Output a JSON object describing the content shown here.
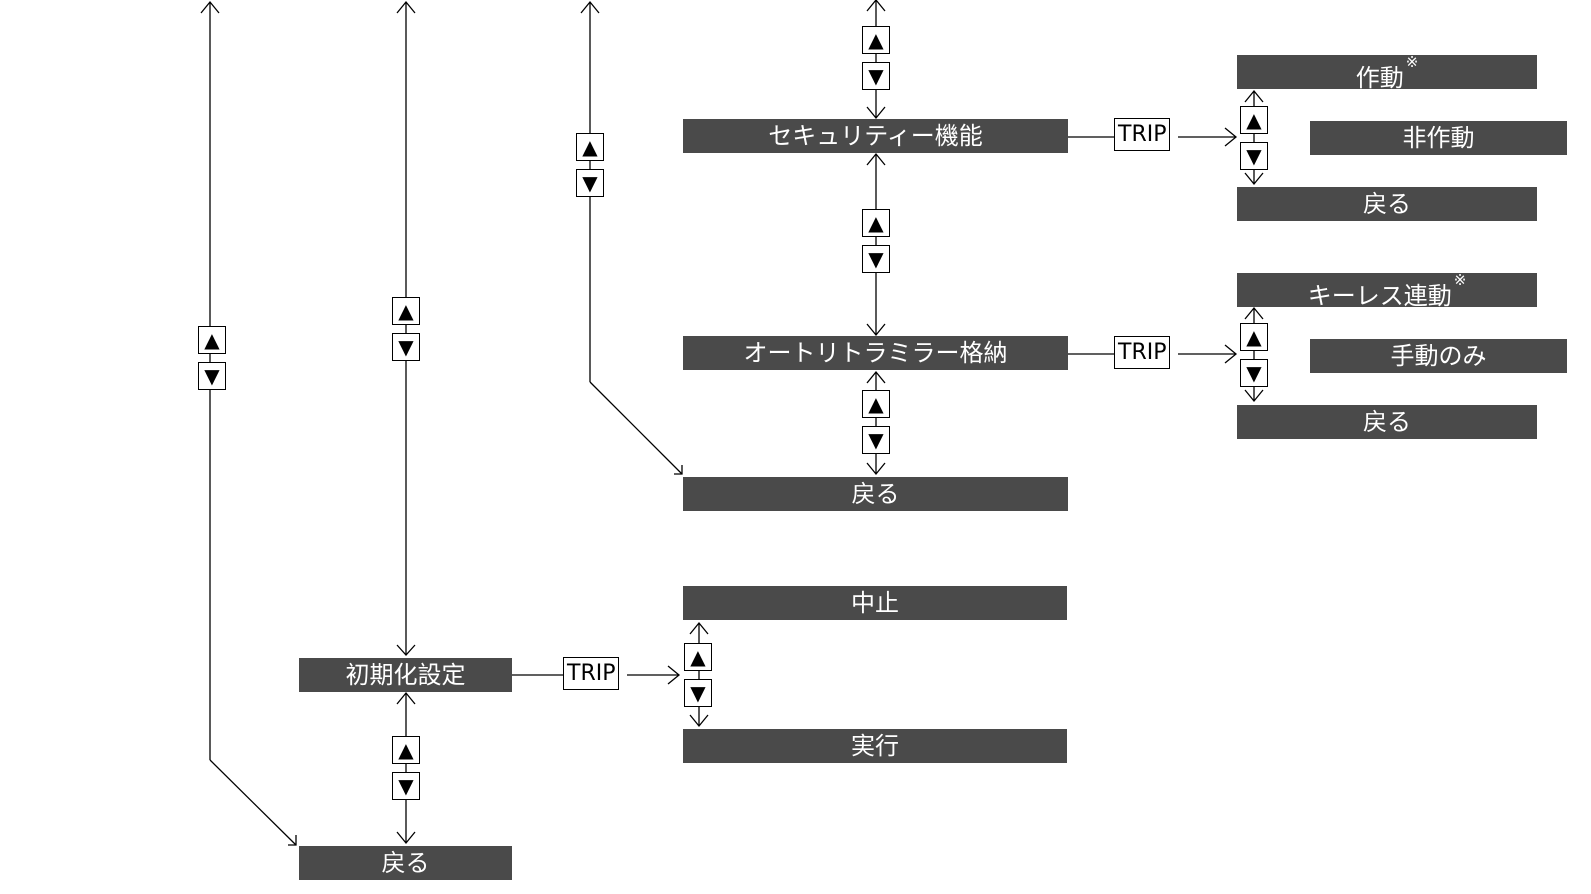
{
  "menu": {
    "security": {
      "label": "セキュリティー機能"
    },
    "security_on": {
      "label": "作動",
      "note": "※"
    },
    "security_off": {
      "label": "非作動"
    },
    "security_back": {
      "label": "戻る"
    },
    "mirror": {
      "label": "オートリトラミラー格納"
    },
    "mirror_keyless": {
      "label": "キーレス連動",
      "note": "※"
    },
    "mirror_manual": {
      "label": "手動のみ"
    },
    "mirror_back": {
      "label": "戻る"
    },
    "group_back": {
      "label": "戻る"
    },
    "reset": {
      "label": "初期化設定"
    },
    "reset_cancel": {
      "label": "中止"
    },
    "reset_execute": {
      "label": "実行"
    },
    "main_back": {
      "label": "戻る"
    }
  },
  "buttons": {
    "trip": "TRIP",
    "up": "▲",
    "down": "▼"
  }
}
